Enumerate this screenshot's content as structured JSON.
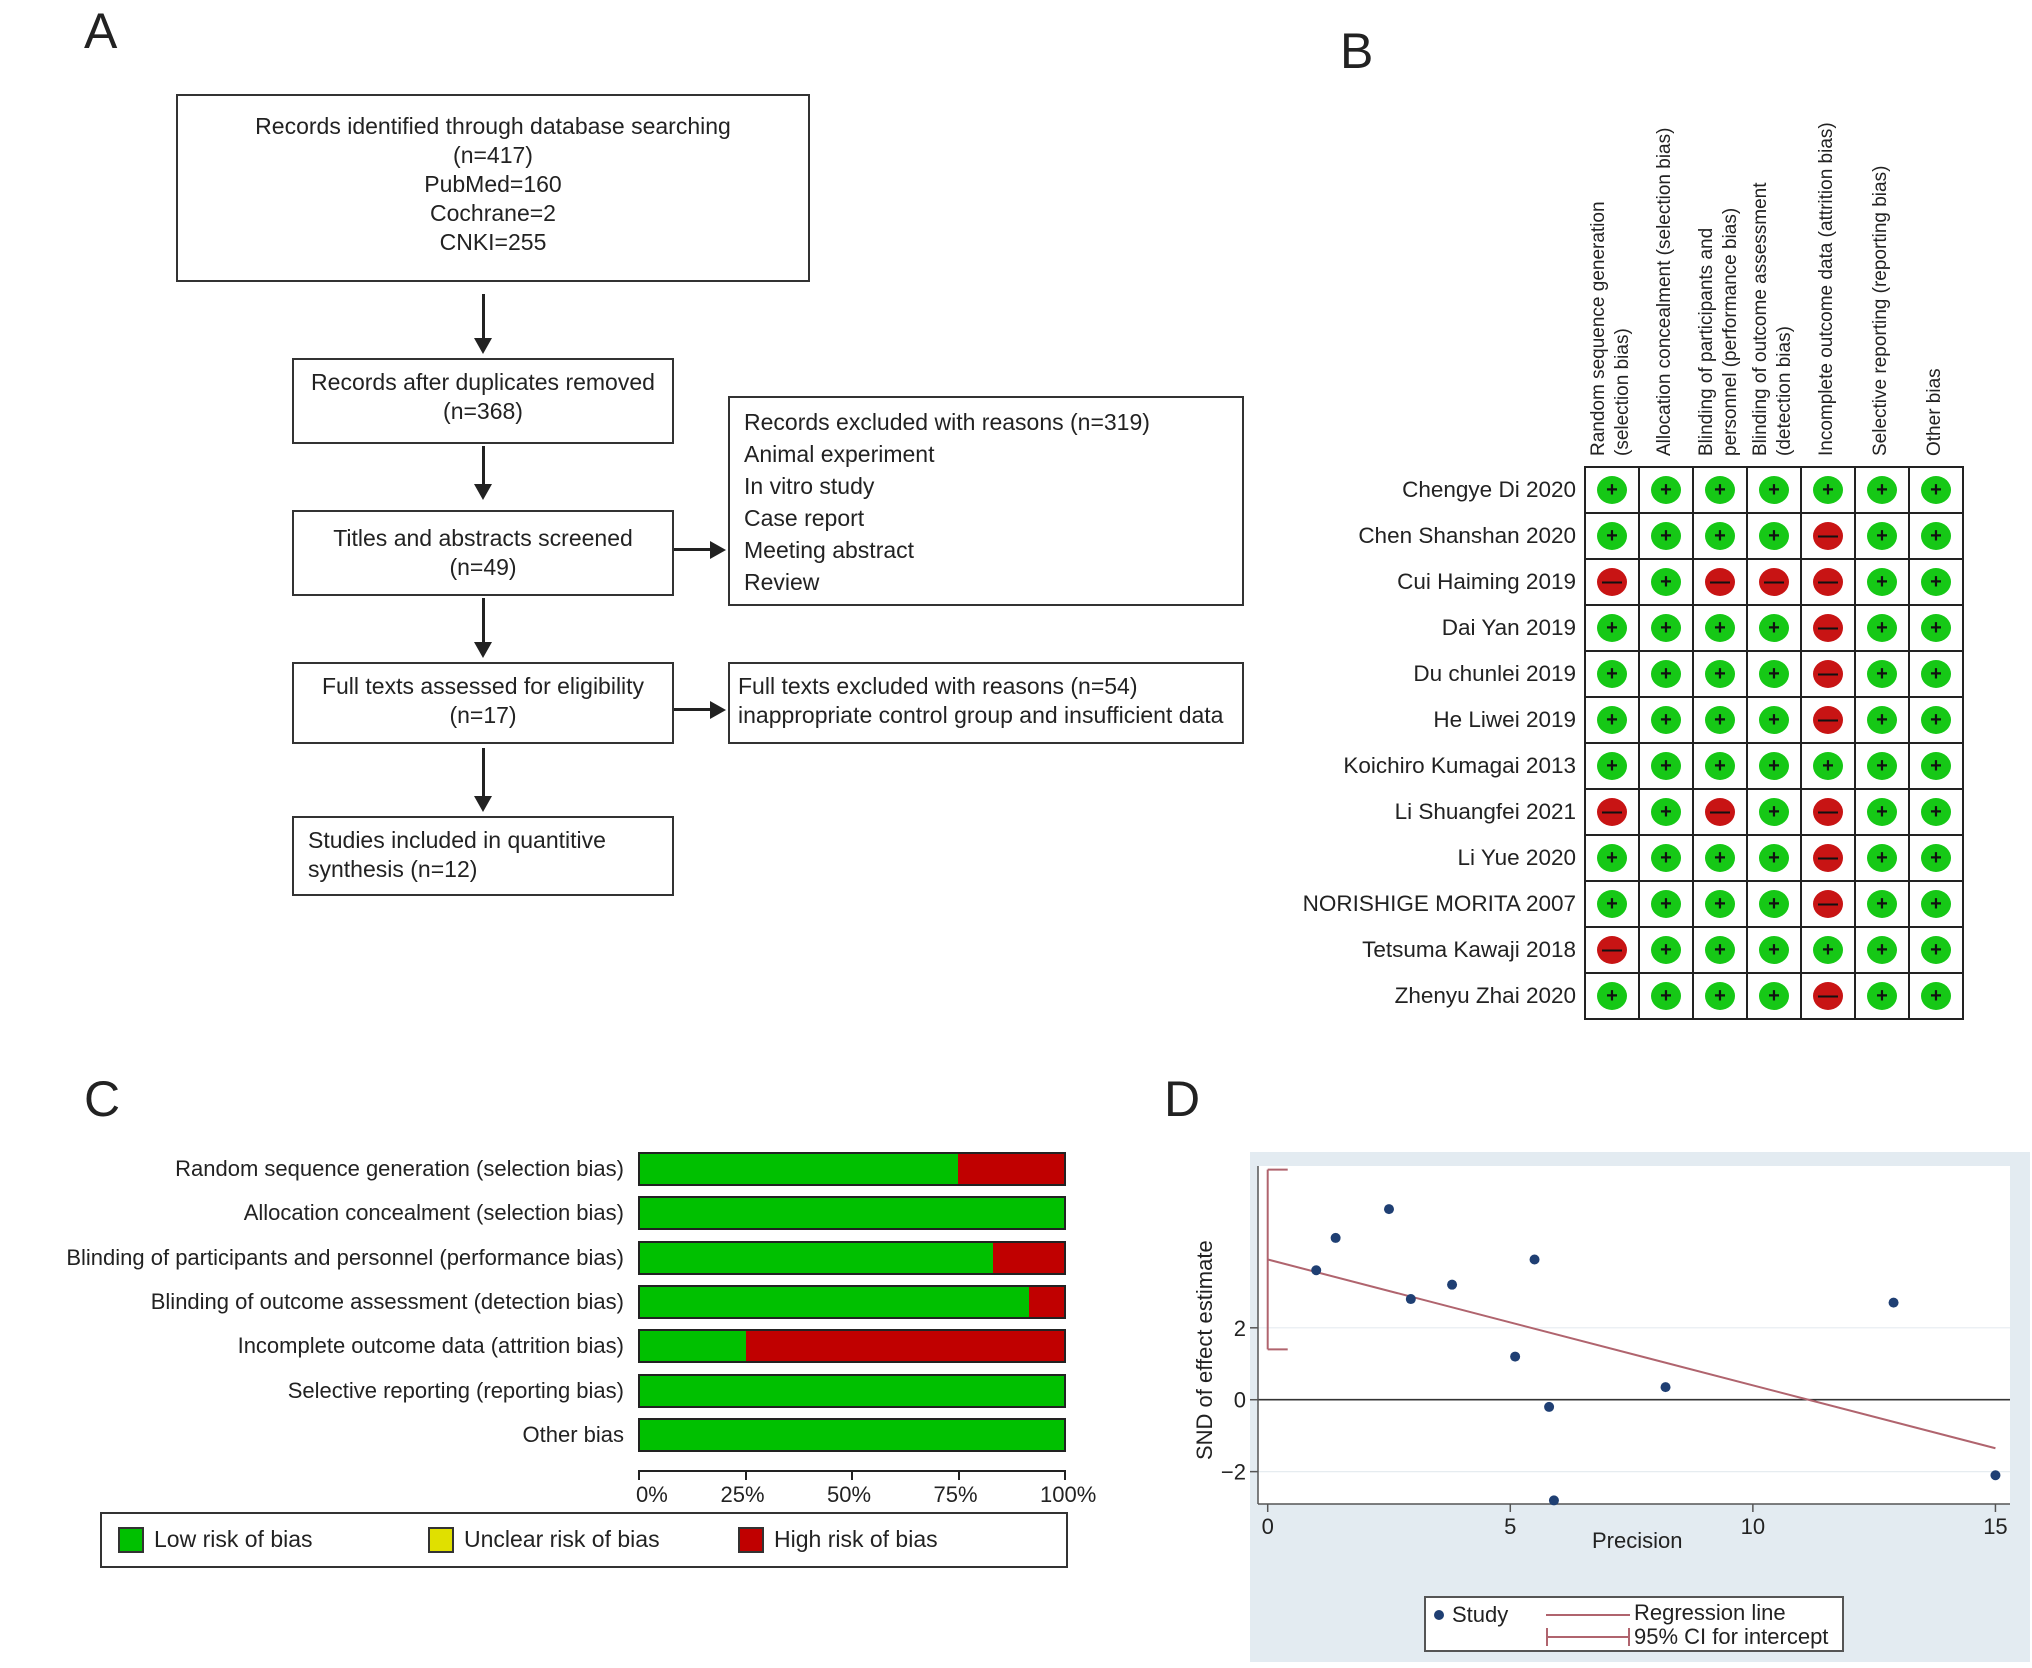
{
  "panels": {
    "a": "A",
    "b": "B",
    "c": "C",
    "d": "D"
  },
  "flow": {
    "identified": [
      "Records identified through database searching",
      "(n=417)",
      "PubMed=160",
      "Cochrane=2",
      "CNKI=255"
    ],
    "dedup": [
      "Records after duplicates removed",
      "(n=368)"
    ],
    "screened": [
      "Titles and abstracts screened",
      "(n=49)"
    ],
    "excluded1": [
      "Records excluded with reasons (n=319)",
      "Animal experiment",
      "In vitro study",
      "Case report",
      "Meeting abstract",
      "Review"
    ],
    "fulltext": [
      "Full texts assessed for eligibility",
      "(n=17)"
    ],
    "excluded2": [
      "Full texts excluded with reasons (n=54)",
      "inappropriate control group and insufficient data"
    ],
    "included": [
      "Studies included in quantitive",
      "synthesis (n=12)"
    ]
  },
  "rob": {
    "domains": [
      [
        "Random sequence generation",
        "(selection bias)"
      ],
      [
        "Allocation concealment (selection bias)"
      ],
      [
        "Blinding of participants and",
        "personnel (performance bias)"
      ],
      [
        "Blinding of outcome assessment",
        "(detection bias)"
      ],
      [
        "Incomplete outcome data (attrition bias)"
      ],
      [
        "Selective reporting (reporting bias)"
      ],
      [
        "Other bias"
      ]
    ],
    "studies": [
      "Chengye Di 2020",
      "Chen Shanshan 2020",
      "Cui Haiming 2019",
      "Dai Yan 2019",
      "Du chunlei 2019",
      "He Liwei 2019",
      "Koichiro Kumagai 2013",
      "Li Shuangfei 2021",
      "Li Yue 2020",
      "NORISHIGE MORITA 2007",
      "Tetsuma Kawaji 2018",
      "Zhenyu Zhai 2020"
    ],
    "judgements": [
      [
        "+",
        "+",
        "+",
        "+",
        "+",
        "+",
        "+"
      ],
      [
        "+",
        "+",
        "+",
        "+",
        "-",
        "+",
        "+"
      ],
      [
        "-",
        "+",
        "-",
        "-",
        "-",
        "+",
        "+"
      ],
      [
        "+",
        "+",
        "+",
        "+",
        "-",
        "+",
        "+"
      ],
      [
        "+",
        "+",
        "+",
        "+",
        "-",
        "+",
        "+"
      ],
      [
        "+",
        "+",
        "+",
        "+",
        "-",
        "+",
        "+"
      ],
      [
        "+",
        "+",
        "+",
        "+",
        "+",
        "+",
        "+"
      ],
      [
        "-",
        "+",
        "-",
        "+",
        "-",
        "+",
        "+"
      ],
      [
        "+",
        "+",
        "+",
        "+",
        "-",
        "+",
        "+"
      ],
      [
        "+",
        "+",
        "+",
        "+",
        "-",
        "+",
        "+"
      ],
      [
        "-",
        "+",
        "+",
        "+",
        "+",
        "+",
        "+"
      ],
      [
        "+",
        "+",
        "+",
        "+",
        "-",
        "+",
        "+"
      ]
    ],
    "plus_symbol": "+",
    "minus_symbol": "—",
    "colors": {
      "low": "#16c816",
      "high": "#c81414"
    }
  },
  "chart_data": [
    {
      "type": "bar",
      "orientation": "horizontal",
      "stacked": true,
      "categories": [
        "Random sequence generation (selection bias)",
        "Allocation concealment (selection bias)",
        "Blinding of participants and personnel (performance bias)",
        "Blinding of outcome assessment (detection bias)",
        "Incomplete outcome data (attrition bias)",
        "Selective reporting (reporting bias)",
        "Other bias"
      ],
      "series": [
        {
          "name": "Low risk of bias",
          "color": "#00c000",
          "values": [
            75,
            100,
            83.3,
            91.7,
            25,
            100,
            100
          ]
        },
        {
          "name": "Unclear risk of bias",
          "color": "#e0e000",
          "values": [
            0,
            0,
            0,
            0,
            0,
            0,
            0
          ]
        },
        {
          "name": "High risk of bias",
          "color": "#c00000",
          "values": [
            25,
            0,
            16.7,
            8.3,
            75,
            0,
            0
          ]
        }
      ],
      "xticks": [
        "0%",
        "25%",
        "50%",
        "75%",
        "100%"
      ],
      "xlim": [
        0,
        100
      ],
      "legend_position": "bottom"
    },
    {
      "type": "scatter",
      "xlabel": "Precision",
      "ylabel": "SND of effect estimate",
      "xlim": [
        -0.2,
        15.3
      ],
      "ylim": [
        -2.9,
        6.5
      ],
      "xticks": [
        0,
        5,
        10,
        15
      ],
      "yticks": [
        -2,
        0,
        2
      ],
      "ytick_labels": [
        "−2",
        "0",
        "2"
      ],
      "points": [
        {
          "x": 1.0,
          "y": 3.6
        },
        {
          "x": 1.4,
          "y": 4.5
        },
        {
          "x": 2.5,
          "y": 5.3
        },
        {
          "x": 2.95,
          "y": 2.8
        },
        {
          "x": 3.8,
          "y": 3.2
        },
        {
          "x": 5.1,
          "y": 1.2
        },
        {
          "x": 5.5,
          "y": 3.9
        },
        {
          "x": 5.8,
          "y": -0.2
        },
        {
          "x": 5.9,
          "y": -2.8
        },
        {
          "x": 8.2,
          "y": 0.35
        },
        {
          "x": 12.9,
          "y": 2.7
        },
        {
          "x": 15.0,
          "y": -2.1
        }
      ],
      "regression_line": {
        "intercept": 3.9,
        "slope": -0.35,
        "x_range": [
          0,
          15
        ]
      },
      "intercept_ci": [
        1.4,
        6.4
      ],
      "legend": [
        "Study",
        "Regression line",
        "95% CI for intercept"
      ],
      "colors": {
        "points": "#1f3f73",
        "line": "#b0646e",
        "background": "#e3ebf1"
      }
    }
  ]
}
